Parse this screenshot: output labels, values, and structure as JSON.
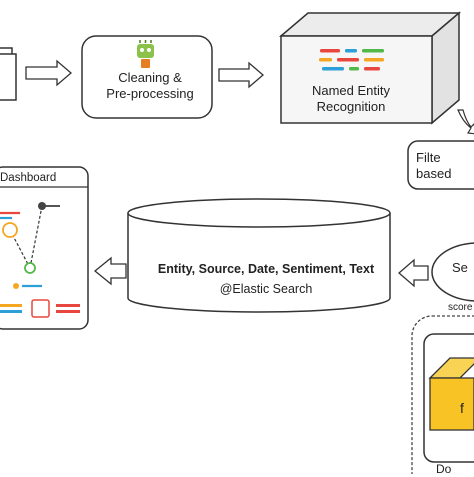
{
  "nodes": {
    "cleaning": {
      "line1": "Cleaning  &",
      "line2": "Pre-processing"
    },
    "ner": {
      "line1": "Named Entity",
      "line2": "Recognition"
    },
    "filter": {
      "line1": "Filte",
      "line2": "based"
    },
    "elastic": {
      "title": "Entity, Source, Date, Sentiment, Text",
      "subtitle": "@Elastic Search"
    },
    "sentiment": {
      "label": "Se"
    },
    "dashboard": {
      "label": "Dashboard"
    },
    "scoring": {
      "label": "score"
    },
    "docker": {
      "label": "Do",
      "block_letter": "f"
    }
  },
  "colors": {
    "line": "#333333",
    "box_fill": "#ffffff",
    "ner_box_fill": "#f4f4f4",
    "cube_yellow": "#f7c325",
    "bar_red": "#e8473f",
    "bar_orange": "#f5a623",
    "bar_green": "#52b848",
    "bar_blue": "#2c9fd9",
    "icon_green": "#8bc34a",
    "icon_orange": "#e67e22"
  },
  "icons": [
    "documents-icon",
    "cleaning-brush-icon",
    "network-graph-icon"
  ]
}
